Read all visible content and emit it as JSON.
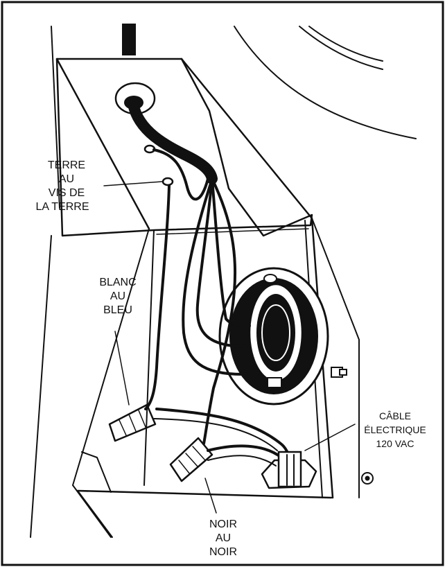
{
  "labels": {
    "ground": [
      "TERRE",
      "AU",
      "VIS DE",
      "LA  TERRE"
    ],
    "white_wire": [
      "BLANC",
      "AU",
      "BLEU"
    ],
    "black_wire": [
      "NOIR",
      "AU",
      "NOIR"
    ],
    "power_cable": [
      "CÂBLE",
      "ÉLECTRIQUE",
      "120 VAC"
    ]
  },
  "colors": {
    "ink": "#111111",
    "paper": "#ffffff"
  }
}
